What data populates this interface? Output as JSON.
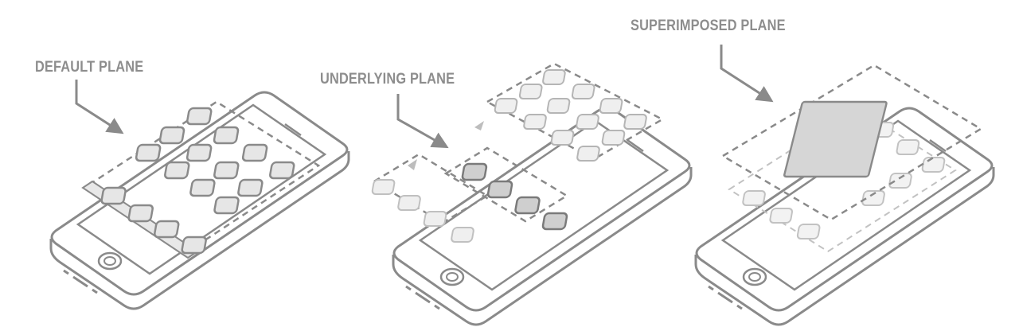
{
  "panels": [
    {
      "label": "DEFAULT PLANE"
    },
    {
      "label": "UNDERLYING PLANE"
    },
    {
      "label": "SUPERIMPOSED PLANE"
    }
  ],
  "colors": {
    "label": "#8d8d8d",
    "outline": "#8a8a8a",
    "tile_fill": "#e6e6e6",
    "tile_dark": "#cfcfcf",
    "faded": "#c8c8c8",
    "panel_fill": "#d6d6d6"
  }
}
